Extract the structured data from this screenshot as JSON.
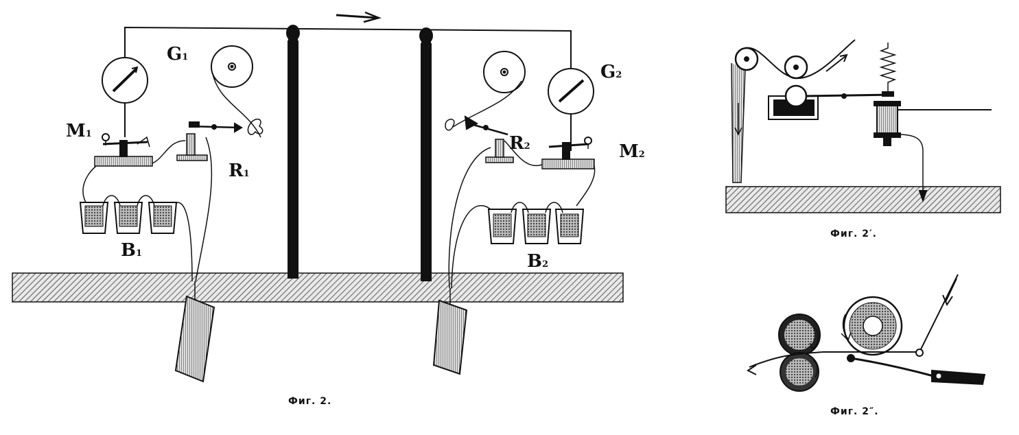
{
  "figure_main": {
    "caption": "Фиг. 2.",
    "labels": {
      "g1": "G",
      "g1_sub": "1",
      "g2": "G",
      "g2_sub": "2",
      "m1": "M",
      "m1_sub": "1",
      "m2": "M",
      "m2_sub": "2",
      "r1": "R",
      "r1_sub": "1",
      "r2": "R",
      "r2_sub": "2",
      "b1": "B",
      "b1_sub": "1",
      "b2": "B",
      "b2_sub": "2"
    }
  },
  "figure_2a": {
    "caption": "Фиг. 2′."
  },
  "figure_2b": {
    "caption": "Фиг. 2″."
  }
}
